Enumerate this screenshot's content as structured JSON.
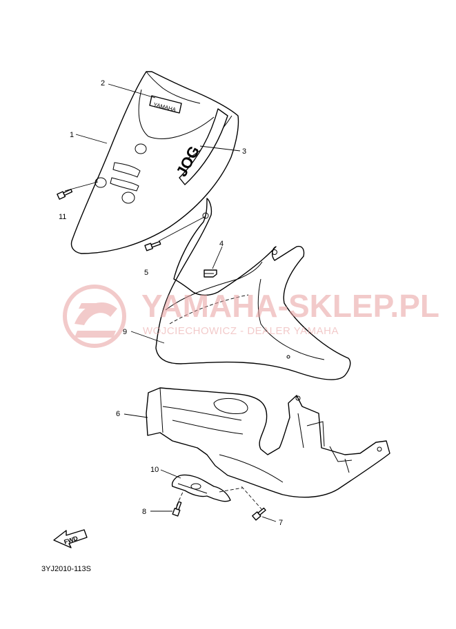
{
  "callouts": {
    "c1": "1",
    "c2": "2",
    "c3": "3",
    "c4": "4",
    "c5": "5",
    "c6": "6",
    "c7": "7",
    "c8": "8",
    "c9": "9",
    "c10": "10",
    "c11": "11"
  },
  "decals": {
    "yamaha": "YAMAHA",
    "jog": "JOG"
  },
  "watermark": {
    "site": "YAMAHA-SKLEP.PL",
    "dealer": "WOJCIECHOWICZ - DEALER YAMAHA"
  },
  "fwd_label": "FWD",
  "diagram_code": "3YJ2010-113S",
  "colors": {
    "line": "#000000",
    "watermark": "#e8a0a0",
    "background": "#ffffff"
  }
}
